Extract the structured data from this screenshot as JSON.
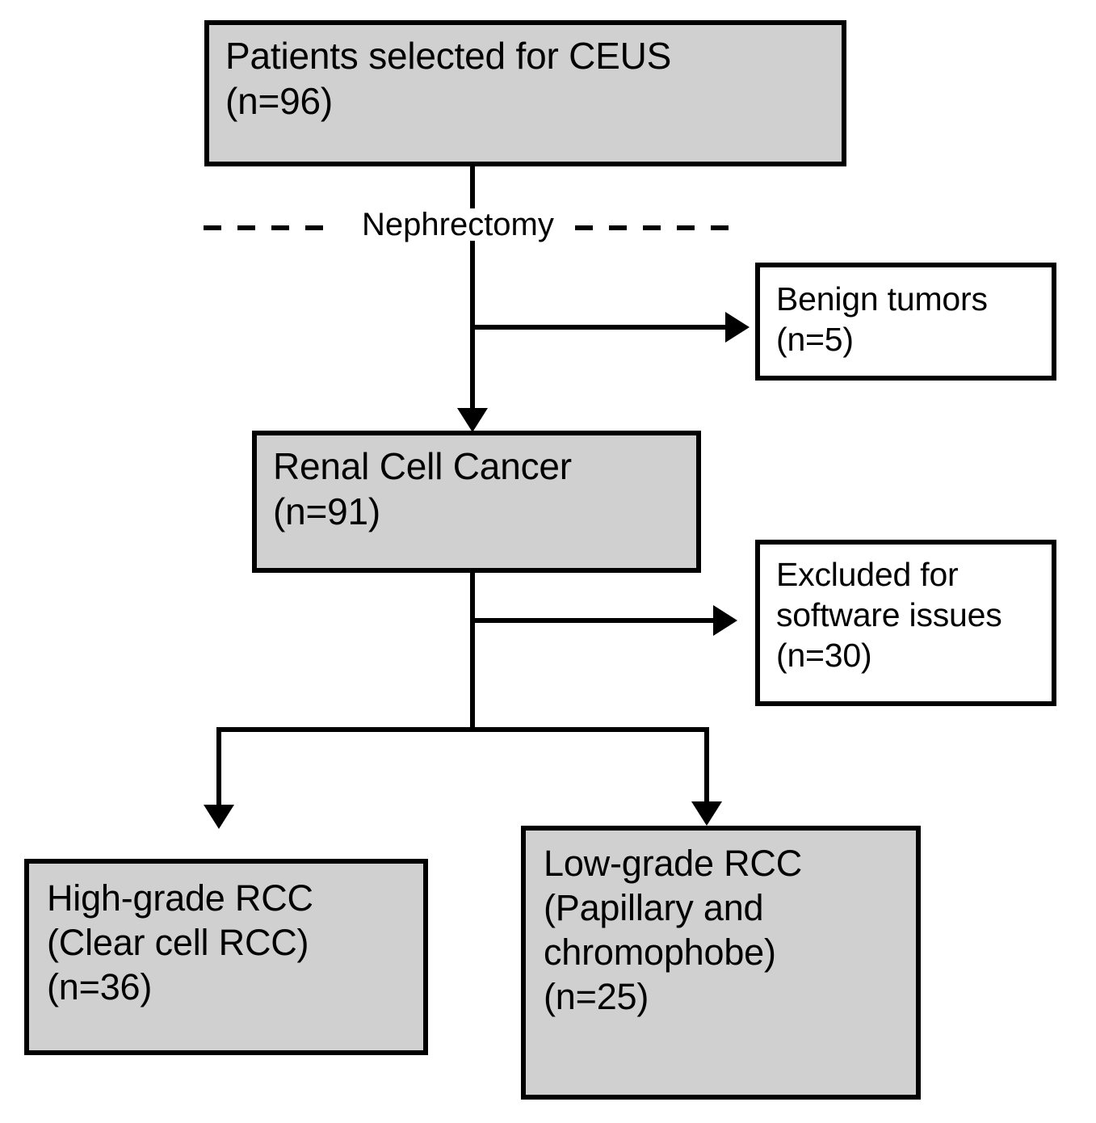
{
  "figure": {
    "type": "flowchart",
    "title": "Patient selection flow for CEUS renal cell cancer study",
    "background_color": "#ffffff",
    "line_color": "#000000",
    "fill_highlight_color": "#d0d0d0",
    "fill_plain_color": "#ffffff"
  },
  "nodes": {
    "ceus": {
      "id": "patients-selected-for-ceus",
      "line1": "Patients selected for CEUS",
      "line2": "(n=96)",
      "count": 96,
      "fill": "#d0d0d0"
    },
    "benign": {
      "id": "benign-tumors",
      "line1": "Benign tumors",
      "line2": "(n=5)",
      "count": 5,
      "fill": "#ffffff"
    },
    "rcc": {
      "id": "renal-cell-cancer",
      "line1": "Renal Cell Cancer",
      "line2": "(n=91)",
      "count": 91,
      "fill": "#d0d0d0"
    },
    "excluded": {
      "id": "excluded-for-software-issues",
      "line1": "Excluded for",
      "line2": "software issues",
      "line3": "(n=30)",
      "count": 30,
      "fill": "#ffffff"
    },
    "high_grade": {
      "id": "high-grade-rcc",
      "line1": "High-grade RCC",
      "line2": "(Clear cell RCC)",
      "line3": "(n=36)",
      "count": 36,
      "fill": "#d0d0d0"
    },
    "low_grade": {
      "id": "low-grade-rcc",
      "line1": "Low-grade RCC",
      "line2": "(Papillary and",
      "line3": "chromophobe)",
      "line4": "(n=25)",
      "count": 25,
      "fill": "#d0d0d0"
    }
  },
  "edges": {
    "nephrectomy_label": "Nephrectomy",
    "ceus_to_rcc": "Patients selected for CEUS -> Renal Cell Cancer",
    "rcc_to_benign": "Renal Cell Cancer -> Benign tumors",
    "rcc_to_excluded": "Renal Cell Cancer -> Excluded for software issues",
    "rcc_to_high_grade": "Renal Cell Cancer -> High-grade RCC",
    "rcc_to_low_grade": "Renal Cell Cancer -> Low-grade RCC"
  }
}
